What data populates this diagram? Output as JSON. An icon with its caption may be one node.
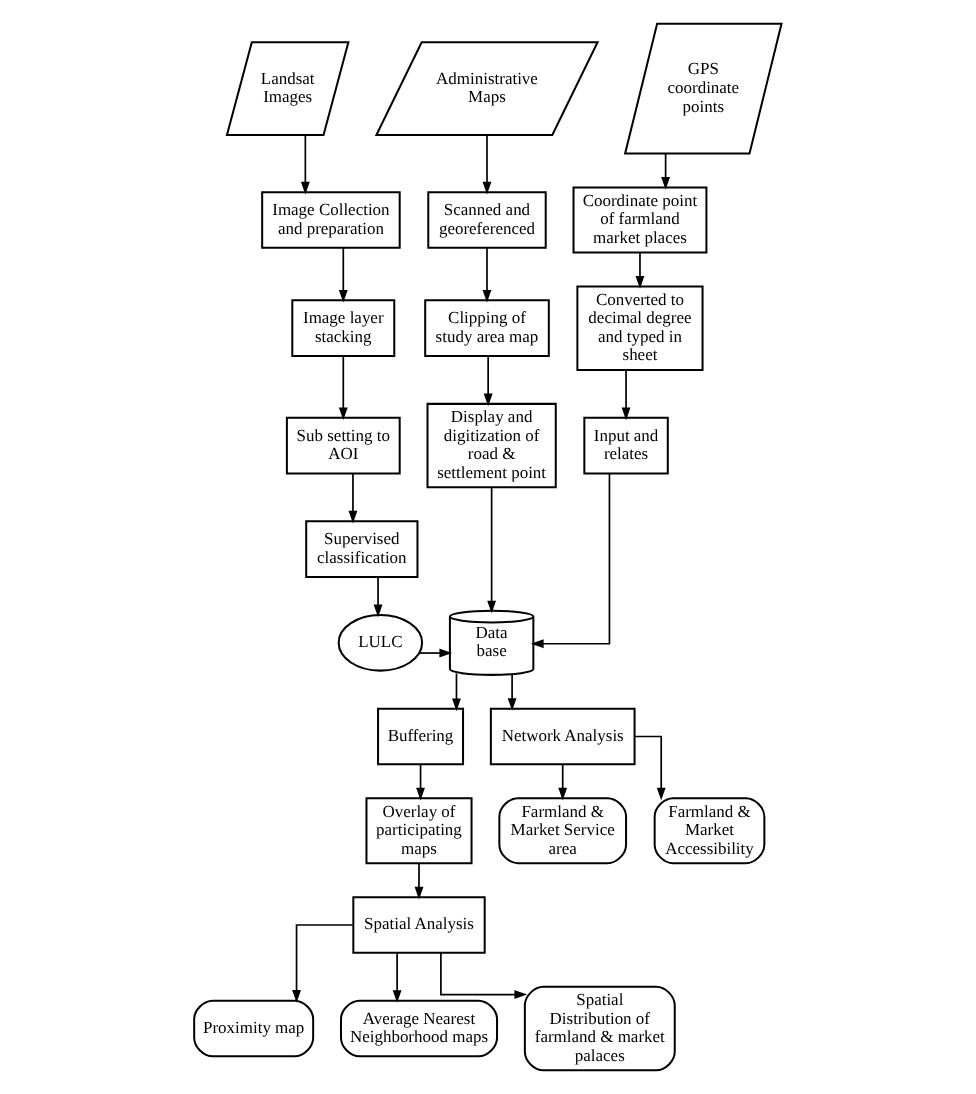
{
  "diagram": {
    "nodes": [
      {
        "text": [
          "Landsat Images"
        ]
      },
      {
        "text": [
          "Administrative Maps"
        ]
      },
      {
        "text": [
          "GPS coordinate points"
        ]
      },
      {
        "text": [
          "Image Collection and preparation"
        ]
      },
      {
        "text": [
          "Scanned and georeferenced"
        ]
      },
      {
        "text": [
          "Coordinate point of farmland market places"
        ]
      },
      {
        "text": [
          "Image layer stacking"
        ]
      },
      {
        "text": [
          "Clipping of study area map"
        ]
      },
      {
        "text": [
          "Converted to decimal degree and typed in sheet"
        ]
      },
      {
        "text": [
          "Sub setting to AOI"
        ]
      },
      {
        "text": [
          "Display and digitization of road & settlement point"
        ]
      },
      {
        "text": [
          "Input and relates"
        ]
      },
      {
        "text": [
          "Supervised classification"
        ]
      },
      {
        "text": [
          "LULC"
        ]
      },
      {
        "text": [
          "Data base"
        ]
      },
      {
        "text": [
          "Buffering"
        ]
      },
      {
        "text": [
          "Network Analysis"
        ]
      },
      {
        "text": [
          "Overlay of participating maps"
        ]
      },
      {
        "text": [
          "Farmland & Market Service area"
        ]
      },
      {
        "text": [
          "Farmland & Market Accessibility"
        ]
      },
      {
        "text": [
          "Spatial Analysis"
        ]
      },
      {
        "text": [
          "Proximity map"
        ]
      },
      {
        "text": [
          "Average Nearest Neighborhood maps"
        ]
      },
      {
        "text": [
          "Spatial Distribution of farmland & market palaces"
        ]
      }
    ],
    "edges": [
      {
        "from": 0,
        "to": 3,
        "arrow": "to"
      },
      {
        "from": 3,
        "to": 6,
        "arrow": "to"
      },
      {
        "from": 6,
        "to": 9,
        "arrow": "to"
      },
      {
        "from": 9,
        "to": 12,
        "arrow": "to"
      },
      {
        "from": 12,
        "to": 13,
        "arrow": "to"
      },
      {
        "from": 1,
        "to": 4,
        "arrow": "to"
      },
      {
        "from": 4,
        "to": 7,
        "arrow": "to"
      },
      {
        "from": 7,
        "to": 10,
        "arrow": "to"
      },
      {
        "from": 10,
        "to": 14,
        "arrow": "to"
      },
      {
        "from": 2,
        "to": 5,
        "arrow": "to"
      },
      {
        "from": 5,
        "to": 8,
        "arrow": "to"
      },
      {
        "from": 8,
        "to": 11,
        "arrow": "to"
      },
      {
        "from": 11,
        "to": 14,
        "arrow": "to"
      },
      {
        "from": 13,
        "to": 14,
        "arrow": "to"
      },
      {
        "from": 14,
        "to": 15,
        "arrow": "to"
      },
      {
        "from": 15,
        "to": 17,
        "arrow": "to"
      },
      {
        "from": 17,
        "to": 20,
        "arrow": "to"
      },
      {
        "from": 14,
        "to": 16,
        "arrow": "to"
      },
      {
        "from": 16,
        "to": 18,
        "arrow": "to"
      },
      {
        "from": 16,
        "to": 19,
        "arrow": "to"
      },
      {
        "from": 20,
        "to": 21,
        "arrow": "to"
      },
      {
        "from": 20,
        "to": 22,
        "arrow": "to"
      },
      {
        "from": 20,
        "to": 23,
        "arrow": "to"
      }
    ]
  }
}
